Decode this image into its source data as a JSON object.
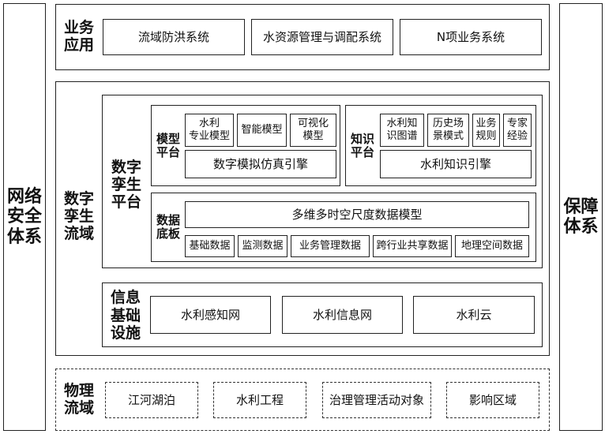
{
  "left_pillar": "网络\n安全\n体系",
  "right_pillar": "保障\n体系",
  "business": {
    "label": "业务\n应用",
    "items": [
      "流域防洪系统",
      "水资源管理与调配系统",
      "N项业务系统"
    ]
  },
  "twin_domain": {
    "label": "数字\n孪生\n流域"
  },
  "twin_platform": {
    "label": "数字\n孪生\n平台"
  },
  "model_platform": {
    "label": "模型\n平台",
    "items": [
      "水利\n专业模型",
      "智能模型",
      "可视化\n模型"
    ],
    "engine": "数字模拟仿真引擎"
  },
  "knowledge_platform": {
    "label": "知识\n平台",
    "items": [
      "水利知\n识图谱",
      "历史场\n景模式",
      "业务\n规则",
      "专家\n经验"
    ],
    "engine": "水利知识引擎"
  },
  "data_base": {
    "label": "数据\n底板",
    "model": "多维多时空尺度数据模型",
    "items": [
      "基础数据",
      "监测数据",
      "业务管理数据",
      "跨行业共享数据",
      "地理空间数据"
    ]
  },
  "info_infra": {
    "label": "信息\n基础\n设施",
    "items": [
      "水利感知网",
      "水利信息网",
      "水利云"
    ]
  },
  "physical": {
    "label": "物理\n流域",
    "items": [
      "江河湖泊",
      "水利工程",
      "治理管理活动对象",
      "影响区域"
    ]
  }
}
